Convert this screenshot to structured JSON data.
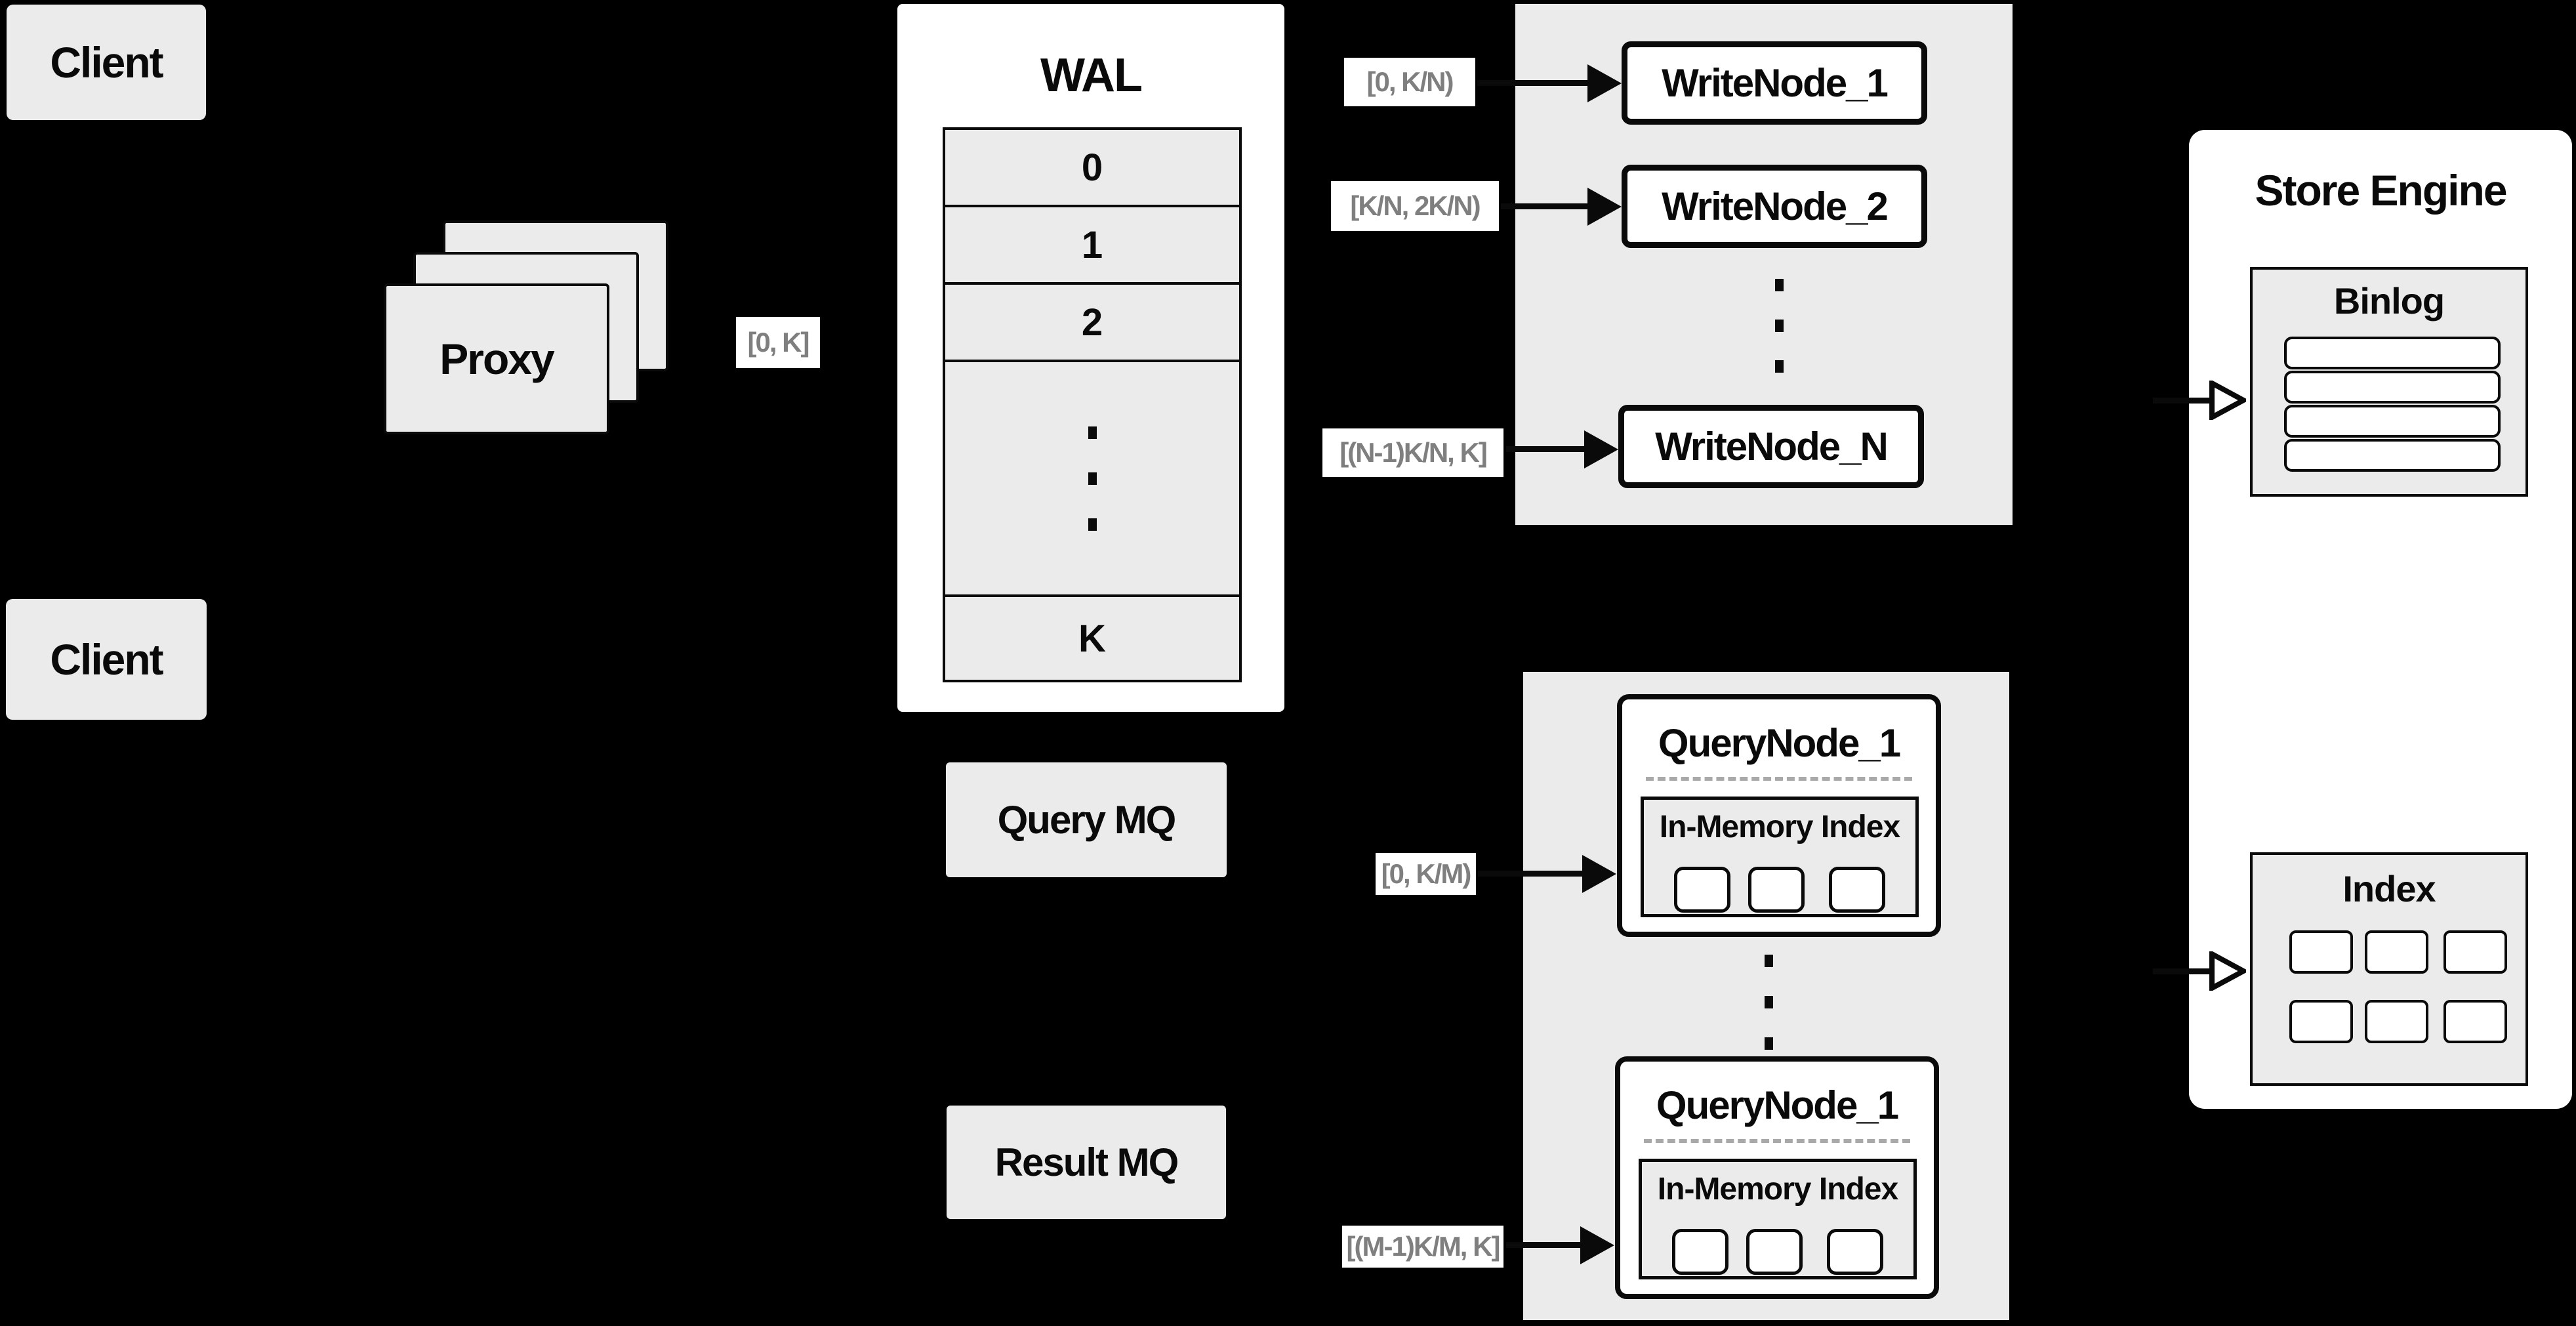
{
  "colors": {
    "background": "#000000",
    "panel_gray": "#ebebeb",
    "surface_white": "#ffffff",
    "ink": "#0a0a0a",
    "muted_label_text": "#7f7f7f"
  },
  "clients": {
    "top": "Client",
    "bottom": "Client"
  },
  "proxy": {
    "title": "Proxy",
    "range": "[0, K]"
  },
  "wal": {
    "title": "WAL",
    "slots": [
      "0",
      "1",
      "2"
    ],
    "last_slot": "K"
  },
  "write_plane": {
    "ranges": [
      "[0,  K/N)",
      "[K/N, 2K/N)",
      "[(N-1)K/N,  K]"
    ],
    "nodes": [
      "WriteNode_1",
      "WriteNode_2",
      "WriteNode_N"
    ]
  },
  "store_engine": {
    "title": "Store Engine",
    "binlog": "Binlog",
    "index": "Index"
  },
  "mq": {
    "query": "Query MQ",
    "result": "Result MQ"
  },
  "query_plane": {
    "ranges": [
      "[0, K/M)",
      "[(M-1)K/M, K]"
    ],
    "nodes": [
      {
        "title": "QueryNode_1",
        "memory": "In-Memory Index"
      },
      {
        "title": "QueryNode_1",
        "memory": "In-Memory Index"
      }
    ]
  }
}
